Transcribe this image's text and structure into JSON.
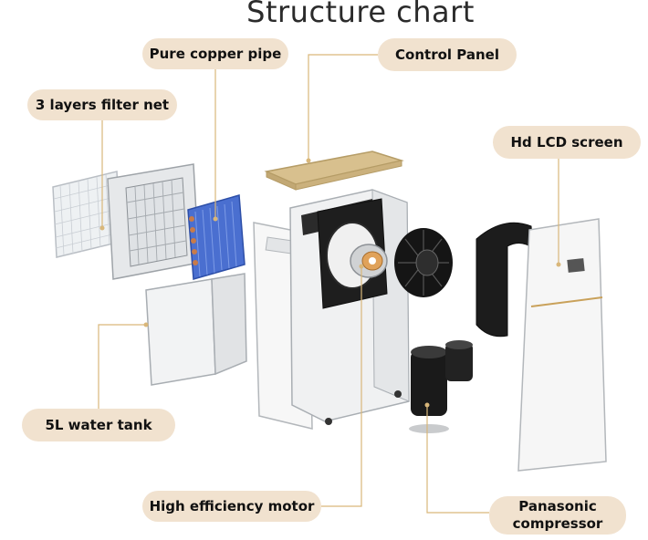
{
  "title": "Structure chart",
  "labels": {
    "copper_pipe": "Pure copper pipe",
    "control_panel": "Control Panel",
    "filter_net": "3 layers filter net",
    "lcd_screen": "Hd LCD screen",
    "water_tank": "5L water tank",
    "motor": "High efficiency motor",
    "compressor_line1": "Panasonic",
    "compressor_line2": "compressor"
  },
  "colors": {
    "pill": "#f1e2cf",
    "leader": "#d9b77a",
    "copper": "#3f63c6",
    "panel": "#d8c08e"
  }
}
